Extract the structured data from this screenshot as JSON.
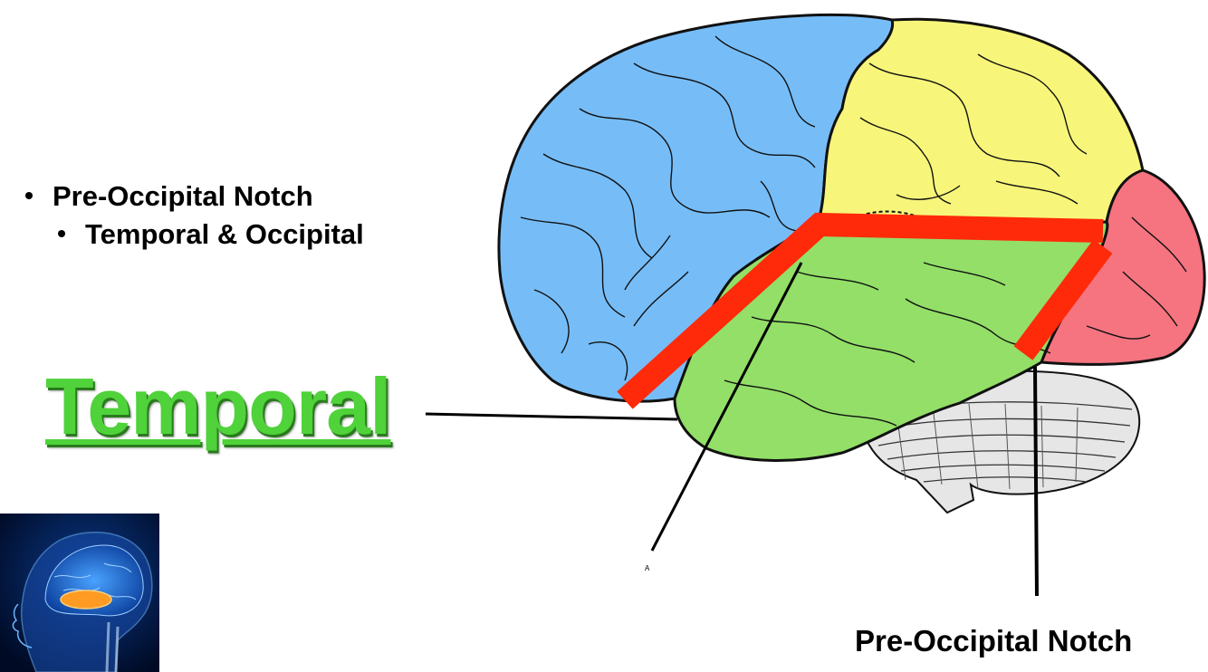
{
  "bullets": [
    {
      "text": "Pre-Occipital Notch",
      "level": 1
    },
    {
      "text": "Temporal & Occipital",
      "level": 2
    }
  ],
  "title": "Temporal",
  "labels": {
    "marker": "A",
    "notch": "Pre-Occipital Notch"
  },
  "colors": {
    "frontal": "#76bdf8",
    "parietal": "#f7f67a",
    "temporal": "#93df68",
    "occipital": "#f57480",
    "cerebellum": "#e6e6e6",
    "boundary_line": "#ff2a0a",
    "title_green": "#4fd23a"
  }
}
